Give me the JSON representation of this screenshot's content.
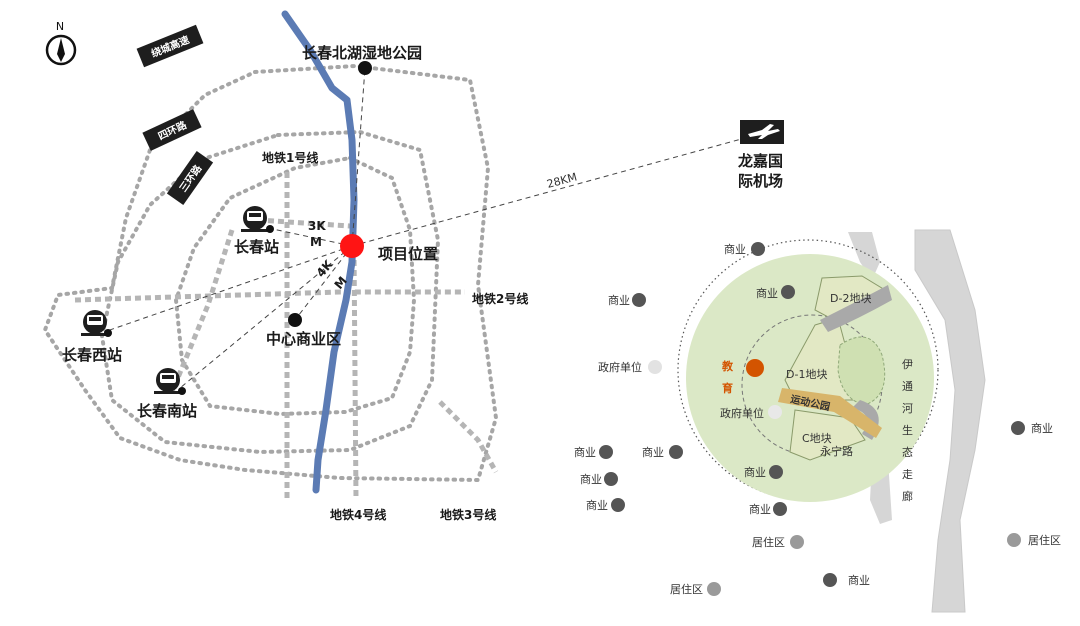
{
  "compass": {
    "letter": "N"
  },
  "roads": {
    "expressway": "绕城高速",
    "ring4": "四环路",
    "ring3": "三环路"
  },
  "metro": {
    "line1": "地铁1号线",
    "line2": "地铁2号线",
    "line3": "地铁3号线",
    "line4": "地铁4号线"
  },
  "places": {
    "wetland": "长春北湖湿地公园",
    "airport_line1": "龙嘉国",
    "airport_line2": "际机场",
    "project": "项目位置",
    "cbd": "中心商业区",
    "station": "长春站",
    "west_station": "长春西站",
    "south_station": "长春南站"
  },
  "distances": {
    "airport": "28KM",
    "station_a": "3K",
    "station_b": "M",
    "cbd_a": "4K",
    "cbd_b": "M"
  },
  "site": {
    "edu_line1": "教",
    "edu_line2": "育",
    "plot_d2": "D-2地块",
    "plot_d1": "D-1地块",
    "plot_c": "C地块",
    "park": "运动公园",
    "road": "永宁路",
    "gov": "政府单位",
    "gov_outer": "政府单位",
    "corridor": [
      "伊",
      "通",
      "河",
      "生",
      "态",
      "走",
      "廊"
    ]
  },
  "poi": {
    "commerce": "商业",
    "residential": "居住区"
  },
  "colors": {
    "project": "#ff1414",
    "river": "#5b7bb4",
    "road_dots": "#a6a6a6",
    "site_circle": "#dbe8c6",
    "education": "#d35400",
    "park": "#d8b56a",
    "commerce_dot": "#555555",
    "residential_dot": "#9a9a9a"
  }
}
